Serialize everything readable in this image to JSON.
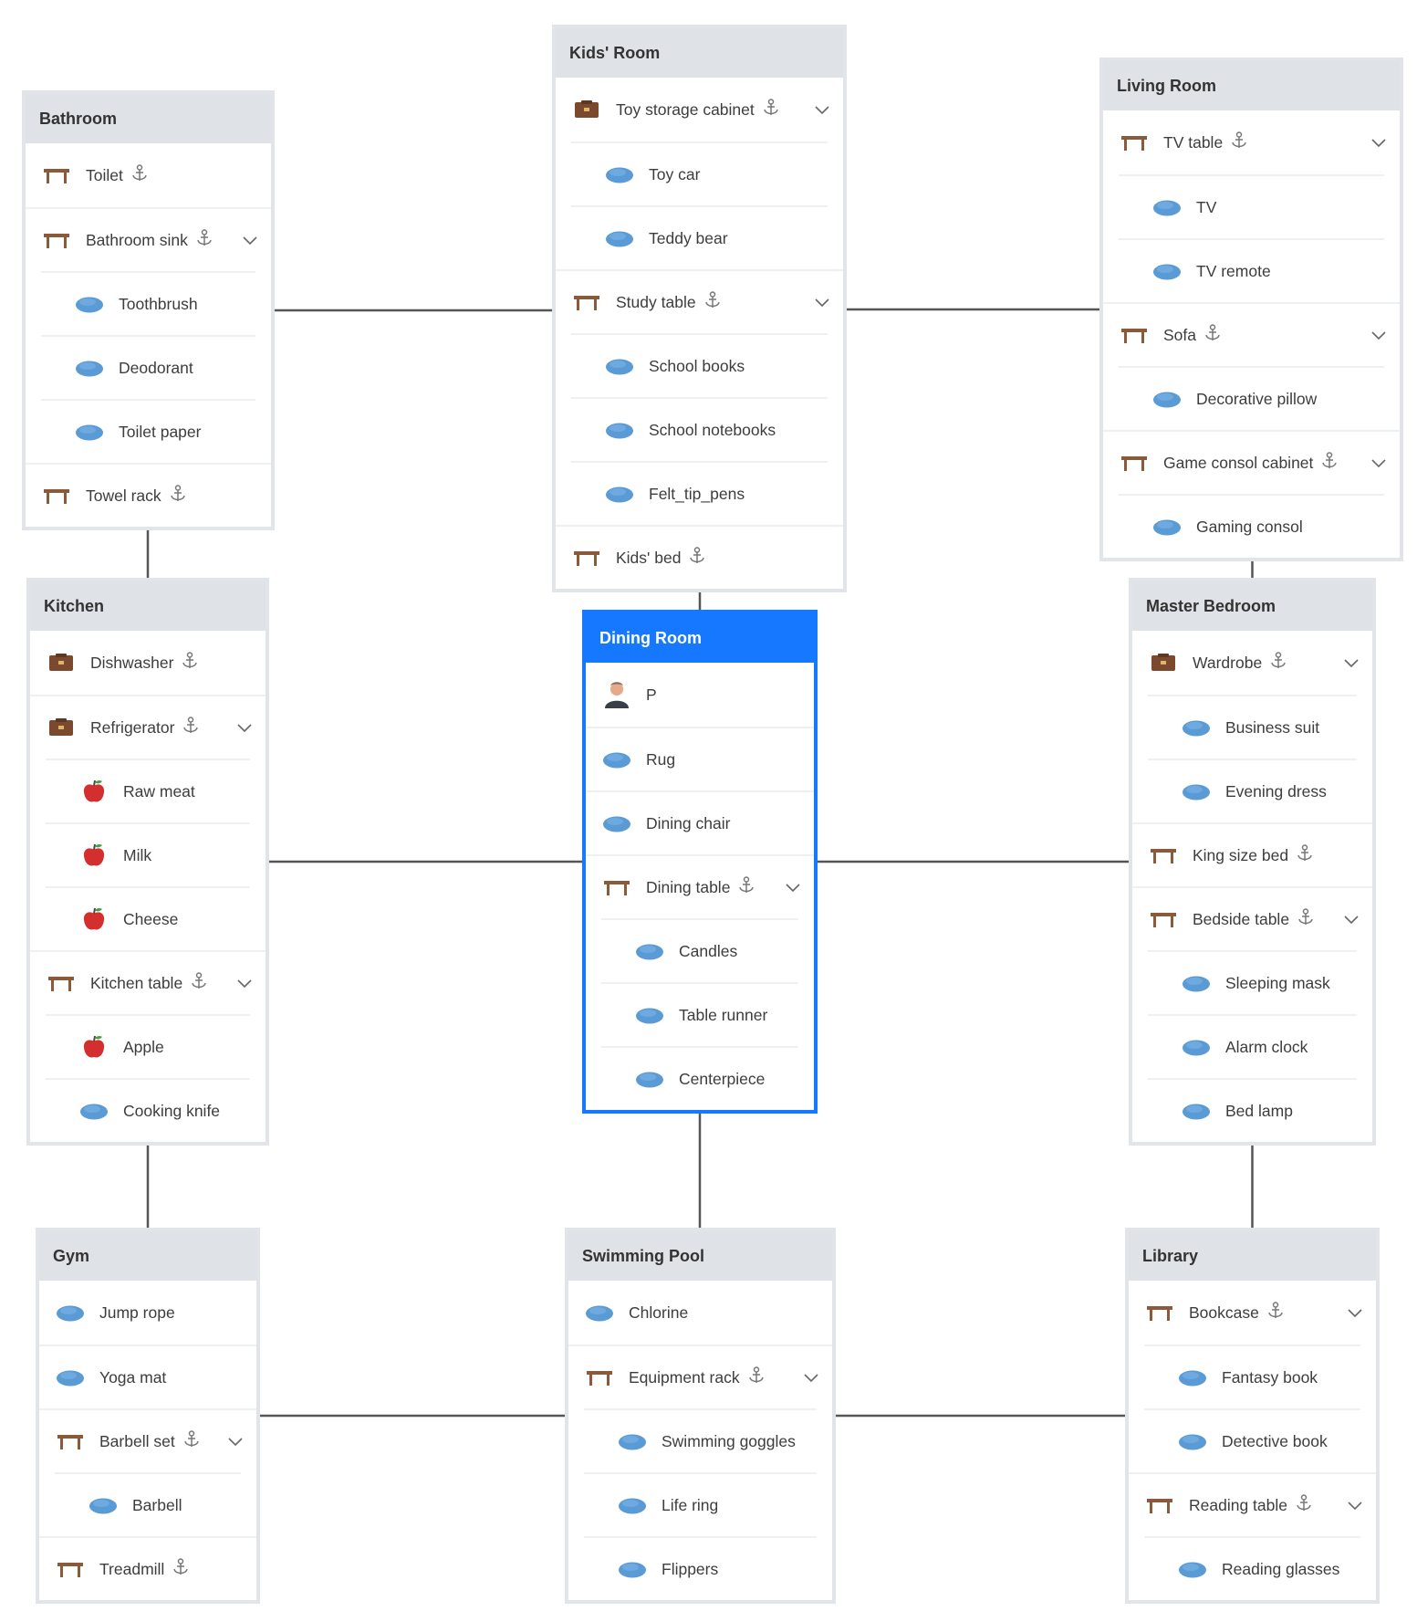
{
  "colors": {
    "selected": "#1677ff",
    "header_bg": "#dfe2e6",
    "connector": "#555555"
  },
  "rooms": [
    {
      "id": "bathroom",
      "name": "Bathroom",
      "items": [
        {
          "label": "Toilet",
          "icon": "table-icon",
          "anchor": true
        },
        {
          "label": "Bathroom sink",
          "icon": "table-icon",
          "anchor": true,
          "expandable": true,
          "children": [
            {
              "label": "Toothbrush",
              "icon": "blob-icon"
            },
            {
              "label": "Deodorant",
              "icon": "blob-icon"
            },
            {
              "label": "Toilet paper",
              "icon": "blob-icon"
            }
          ]
        },
        {
          "label": "Towel rack",
          "icon": "table-icon",
          "anchor": true
        }
      ]
    },
    {
      "id": "kids-room",
      "name": "Kids' Room",
      "items": [
        {
          "label": "Toy storage cabinet",
          "icon": "cabinet-icon",
          "anchor": true,
          "expandable": true,
          "children": [
            {
              "label": "Toy car",
              "icon": "blob-icon"
            },
            {
              "label": "Teddy bear",
              "icon": "blob-icon"
            }
          ]
        },
        {
          "label": "Study table",
          "icon": "table-icon",
          "anchor": true,
          "expandable": true,
          "children": [
            {
              "label": "School books",
              "icon": "blob-icon"
            },
            {
              "label": "School notebooks",
              "icon": "blob-icon"
            },
            {
              "label": "Felt_tip_pens",
              "icon": "blob-icon"
            }
          ]
        },
        {
          "label": "Kids' bed",
          "icon": "table-icon",
          "anchor": true
        }
      ]
    },
    {
      "id": "living-room",
      "name": "Living Room",
      "items": [
        {
          "label": "TV table",
          "icon": "table-icon",
          "anchor": true,
          "expandable": true,
          "children": [
            {
              "label": "TV",
              "icon": "blob-icon"
            },
            {
              "label": "TV remote",
              "icon": "blob-icon"
            }
          ]
        },
        {
          "label": "Sofa",
          "icon": "table-icon",
          "anchor": true,
          "expandable": true,
          "children": [
            {
              "label": "Decorative pillow",
              "icon": "blob-icon"
            }
          ]
        },
        {
          "label": "Game consol cabinet",
          "icon": "table-icon",
          "anchor": true,
          "expandable": true,
          "children": [
            {
              "label": "Gaming consol",
              "icon": "blob-icon"
            }
          ]
        }
      ]
    },
    {
      "id": "kitchen",
      "name": "Kitchen",
      "items": [
        {
          "label": "Dishwasher",
          "icon": "cabinet-icon",
          "anchor": true
        },
        {
          "label": "Refrigerator",
          "icon": "cabinet-icon",
          "anchor": true,
          "expandable": true,
          "children": [
            {
              "label": "Raw meat",
              "icon": "apple-icon"
            },
            {
              "label": "Milk",
              "icon": "apple-icon"
            },
            {
              "label": "Cheese",
              "icon": "apple-icon"
            }
          ]
        },
        {
          "label": "Kitchen table",
          "icon": "table-icon",
          "anchor": true,
          "expandable": true,
          "children": [
            {
              "label": "Apple",
              "icon": "apple-icon"
            },
            {
              "label": "Cooking knife",
              "icon": "blob-icon"
            }
          ]
        }
      ]
    },
    {
      "id": "dining-room",
      "name": "Dining Room",
      "selected": true,
      "items": [
        {
          "label": "P",
          "icon": "person-icon"
        },
        {
          "label": "Rug",
          "icon": "blob-icon"
        },
        {
          "label": "Dining chair",
          "icon": "blob-icon"
        },
        {
          "label": "Dining table",
          "icon": "table-icon",
          "anchor": true,
          "expandable": true,
          "children": [
            {
              "label": "Candles",
              "icon": "blob-icon"
            },
            {
              "label": "Table runner",
              "icon": "blob-icon"
            },
            {
              "label": "Centerpiece",
              "icon": "blob-icon"
            }
          ]
        }
      ]
    },
    {
      "id": "master-bedroom",
      "name": "Master Bedroom",
      "items": [
        {
          "label": "Wardrobe",
          "icon": "cabinet-icon",
          "anchor": true,
          "expandable": true,
          "children": [
            {
              "label": "Business suit",
              "icon": "blob-icon"
            },
            {
              "label": "Evening dress",
              "icon": "blob-icon"
            }
          ]
        },
        {
          "label": "King size bed",
          "icon": "table-icon",
          "anchor": true
        },
        {
          "label": "Bedside table",
          "icon": "table-icon",
          "anchor": true,
          "expandable": true,
          "children": [
            {
              "label": "Sleeping mask",
              "icon": "blob-icon"
            },
            {
              "label": "Alarm clock",
              "icon": "blob-icon"
            },
            {
              "label": "Bed lamp",
              "icon": "blob-icon"
            }
          ]
        }
      ]
    },
    {
      "id": "gym",
      "name": "Gym",
      "items": [
        {
          "label": "Jump rope",
          "icon": "blob-icon"
        },
        {
          "label": "Yoga mat",
          "icon": "blob-icon"
        },
        {
          "label": "Barbell set",
          "icon": "table-icon",
          "anchor": true,
          "expandable": true,
          "children": [
            {
              "label": "Barbell",
              "icon": "blob-icon"
            }
          ]
        },
        {
          "label": "Treadmill",
          "icon": "table-icon",
          "anchor": true
        }
      ]
    },
    {
      "id": "swimming-pool",
      "name": "Swimming Pool",
      "items": [
        {
          "label": "Chlorine",
          "icon": "blob-icon"
        },
        {
          "label": "Equipment rack",
          "icon": "table-icon",
          "anchor": true,
          "expandable": true,
          "children": [
            {
              "label": "Swimming goggles",
              "icon": "blob-icon"
            },
            {
              "label": "Life ring",
              "icon": "blob-icon"
            },
            {
              "label": "Flippers",
              "icon": "blob-icon"
            }
          ]
        }
      ]
    },
    {
      "id": "library",
      "name": "Library",
      "items": [
        {
          "label": "Bookcase",
          "icon": "table-icon",
          "anchor": true,
          "expandable": true,
          "children": [
            {
              "label": "Fantasy book",
              "icon": "blob-icon"
            },
            {
              "label": "Detective book",
              "icon": "blob-icon"
            }
          ]
        },
        {
          "label": "Reading table",
          "icon": "table-icon",
          "anchor": true,
          "expandable": true,
          "children": [
            {
              "label": "Reading glasses",
              "icon": "blob-icon"
            }
          ]
        }
      ]
    }
  ],
  "connections": [
    [
      "bathroom",
      "kids-room"
    ],
    [
      "kids-room",
      "living-room"
    ],
    [
      "bathroom",
      "kitchen"
    ],
    [
      "kids-room",
      "dining-room"
    ],
    [
      "living-room",
      "master-bedroom"
    ],
    [
      "kitchen",
      "dining-room"
    ],
    [
      "dining-room",
      "master-bedroom"
    ],
    [
      "kitchen",
      "gym"
    ],
    [
      "dining-room",
      "swimming-pool"
    ],
    [
      "master-bedroom",
      "library"
    ],
    [
      "gym",
      "swimming-pool"
    ],
    [
      "swimming-pool",
      "library"
    ]
  ]
}
